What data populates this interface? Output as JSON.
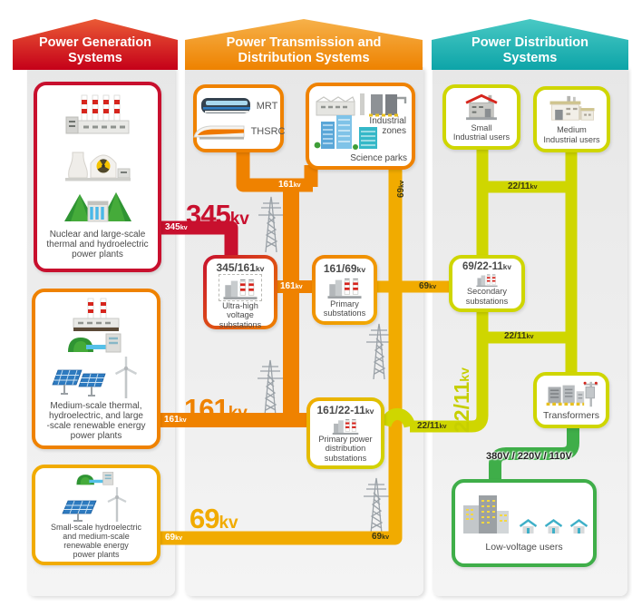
{
  "colors": {
    "red": "#c8102e",
    "orange": "#ef8200",
    "amber": "#f1ab00",
    "yellowgreen": "#cfd600",
    "green": "#3fae49",
    "teal": "#18b1b2",
    "text": "#4a4a4a"
  },
  "banners": {
    "generation": {
      "line1": "Power Generation",
      "line2": "Systems"
    },
    "transmission": {
      "line1": "Power Transmission and",
      "line2": "Distribution Systems"
    },
    "distribution": {
      "line1": "Power Distribution",
      "line2": "Systems"
    }
  },
  "generation": {
    "plant1": {
      "label": "Nuclear and large-scale\nthermal and hydroelectric\npower plants"
    },
    "plant2": {
      "label": "Medium-scale thermal,\nhydroelectric, and large\n-scale renewable energy\npower plants"
    },
    "plant3": {
      "label": "Small-scale hydroelectric\nand medium-scale\nrenewable energy\npower plants"
    }
  },
  "transmission": {
    "rail": {
      "mrt": "MRT",
      "thsrc": "THSRC"
    },
    "industrial": {
      "zones": "Industrial\nzones",
      "parks": "Science parks"
    },
    "ultra": {
      "title": "345/161",
      "unit": "kv",
      "label": "Ultra-high\nvoltage\nsubstations"
    },
    "primary": {
      "title": "161/69",
      "unit": "kv",
      "label": "Primary\nsubstations"
    },
    "primary_dist": {
      "title": "161/22-11",
      "unit": "kv",
      "label": "Primary power\ndistribution\nsubstations"
    }
  },
  "distribution": {
    "secondary": {
      "title": "69/22-11",
      "unit": "kv",
      "label": "Secondary\nsubstations"
    },
    "small_industrial": {
      "label": "Small\nIndustrial users"
    },
    "medium_industrial": {
      "label": "Medium\nIndustrial users"
    },
    "transformers": {
      "label": "Transformers"
    },
    "low_voltage": {
      "label": "Low-voltage users"
    },
    "voltage_note": "380V / 220V / 110V"
  },
  "big_labels": {
    "kv345": {
      "v": "345",
      "u": "kv"
    },
    "kv161": {
      "v": "161",
      "u": "kv"
    },
    "kv69": {
      "v": "69",
      "u": "kv"
    },
    "kv2211": {
      "v": "22/11",
      "u": "kv"
    }
  },
  "line_labels": {
    "l345": {
      "v": "345",
      "u": "kv"
    },
    "l161_rail": {
      "v": "161",
      "u": "kv"
    },
    "l161_mid": {
      "v": "161",
      "u": "kv"
    },
    "l161_main": {
      "v": "161",
      "u": "kv"
    },
    "l69_vert": {
      "v": "69",
      "u": "kv"
    },
    "l69_mid": {
      "v": "69",
      "u": "kv"
    },
    "l69_main": {
      "v": "69",
      "u": "kv"
    },
    "l69_main2": {
      "v": "69",
      "u": "kv"
    },
    "l2211_top": {
      "v": "22/11",
      "u": "kv"
    },
    "l2211_mid": {
      "v": "22/11",
      "u": "kv"
    },
    "l2211_low": {
      "v": "22/11",
      "u": "kv"
    }
  }
}
